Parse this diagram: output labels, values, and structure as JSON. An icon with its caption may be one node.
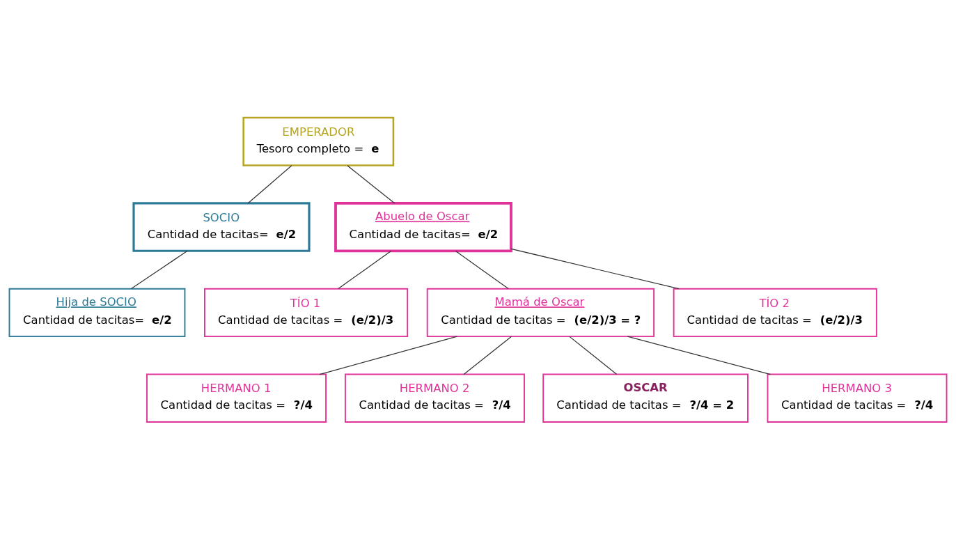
{
  "diagram": {
    "nodes": [
      {
        "text": [
          "EMPERADOR",
          "Tesoro completo = **e**"
        ]
      },
      {
        "text": [
          "SOCIO",
          "Cantidad de tacitas= **e/2**"
        ]
      },
      {
        "text": [
          "Abuelo de Oscar",
          "Cantidad de tacitas= **e/2**"
        ]
      },
      {
        "text": [
          "Hija de SOCIO",
          "Cantidad de tacitas= **e/2**"
        ]
      },
      {
        "text": [
          "TÍO 1",
          "Cantidad de tacitas = **(e/2)/3**"
        ]
      },
      {
        "text": [
          "Mamá de Oscar",
          "Cantidad de tacitas = **(e/2)/3 = ?**"
        ]
      },
      {
        "text": [
          "TÍO 2",
          "Cantidad de tacitas = **(e/2)/3**"
        ]
      },
      {
        "text": [
          "HERMANO 1",
          "Cantidad de tacitas = **?/4**"
        ]
      },
      {
        "text": [
          "HERMANO 2",
          "Cantidad de tacitas = **?/4**"
        ]
      },
      {
        "text": [
          "OSCAR",
          "Cantidad de tacitas = **?/4 = 2**"
        ]
      },
      {
        "text": [
          "HERMANO 3",
          "Cantidad de tacitas = **?/4**"
        ]
      }
    ],
    "edges": [
      {
        "from": 0,
        "to": 1,
        "arrow": "none"
      },
      {
        "from": 0,
        "to": 2,
        "arrow": "none"
      },
      {
        "from": 1,
        "to": 3,
        "arrow": "none"
      },
      {
        "from": 2,
        "to": 4,
        "arrow": "none"
      },
      {
        "from": 2,
        "to": 5,
        "arrow": "none"
      },
      {
        "from": 2,
        "to": 6,
        "arrow": "none"
      },
      {
        "from": 5,
        "to": 7,
        "arrow": "none"
      },
      {
        "from": 5,
        "to": 8,
        "arrow": "none"
      },
      {
        "from": 5,
        "to": 9,
        "arrow": "none"
      },
      {
        "from": 5,
        "to": 10,
        "arrow": "none"
      }
    ]
  }
}
